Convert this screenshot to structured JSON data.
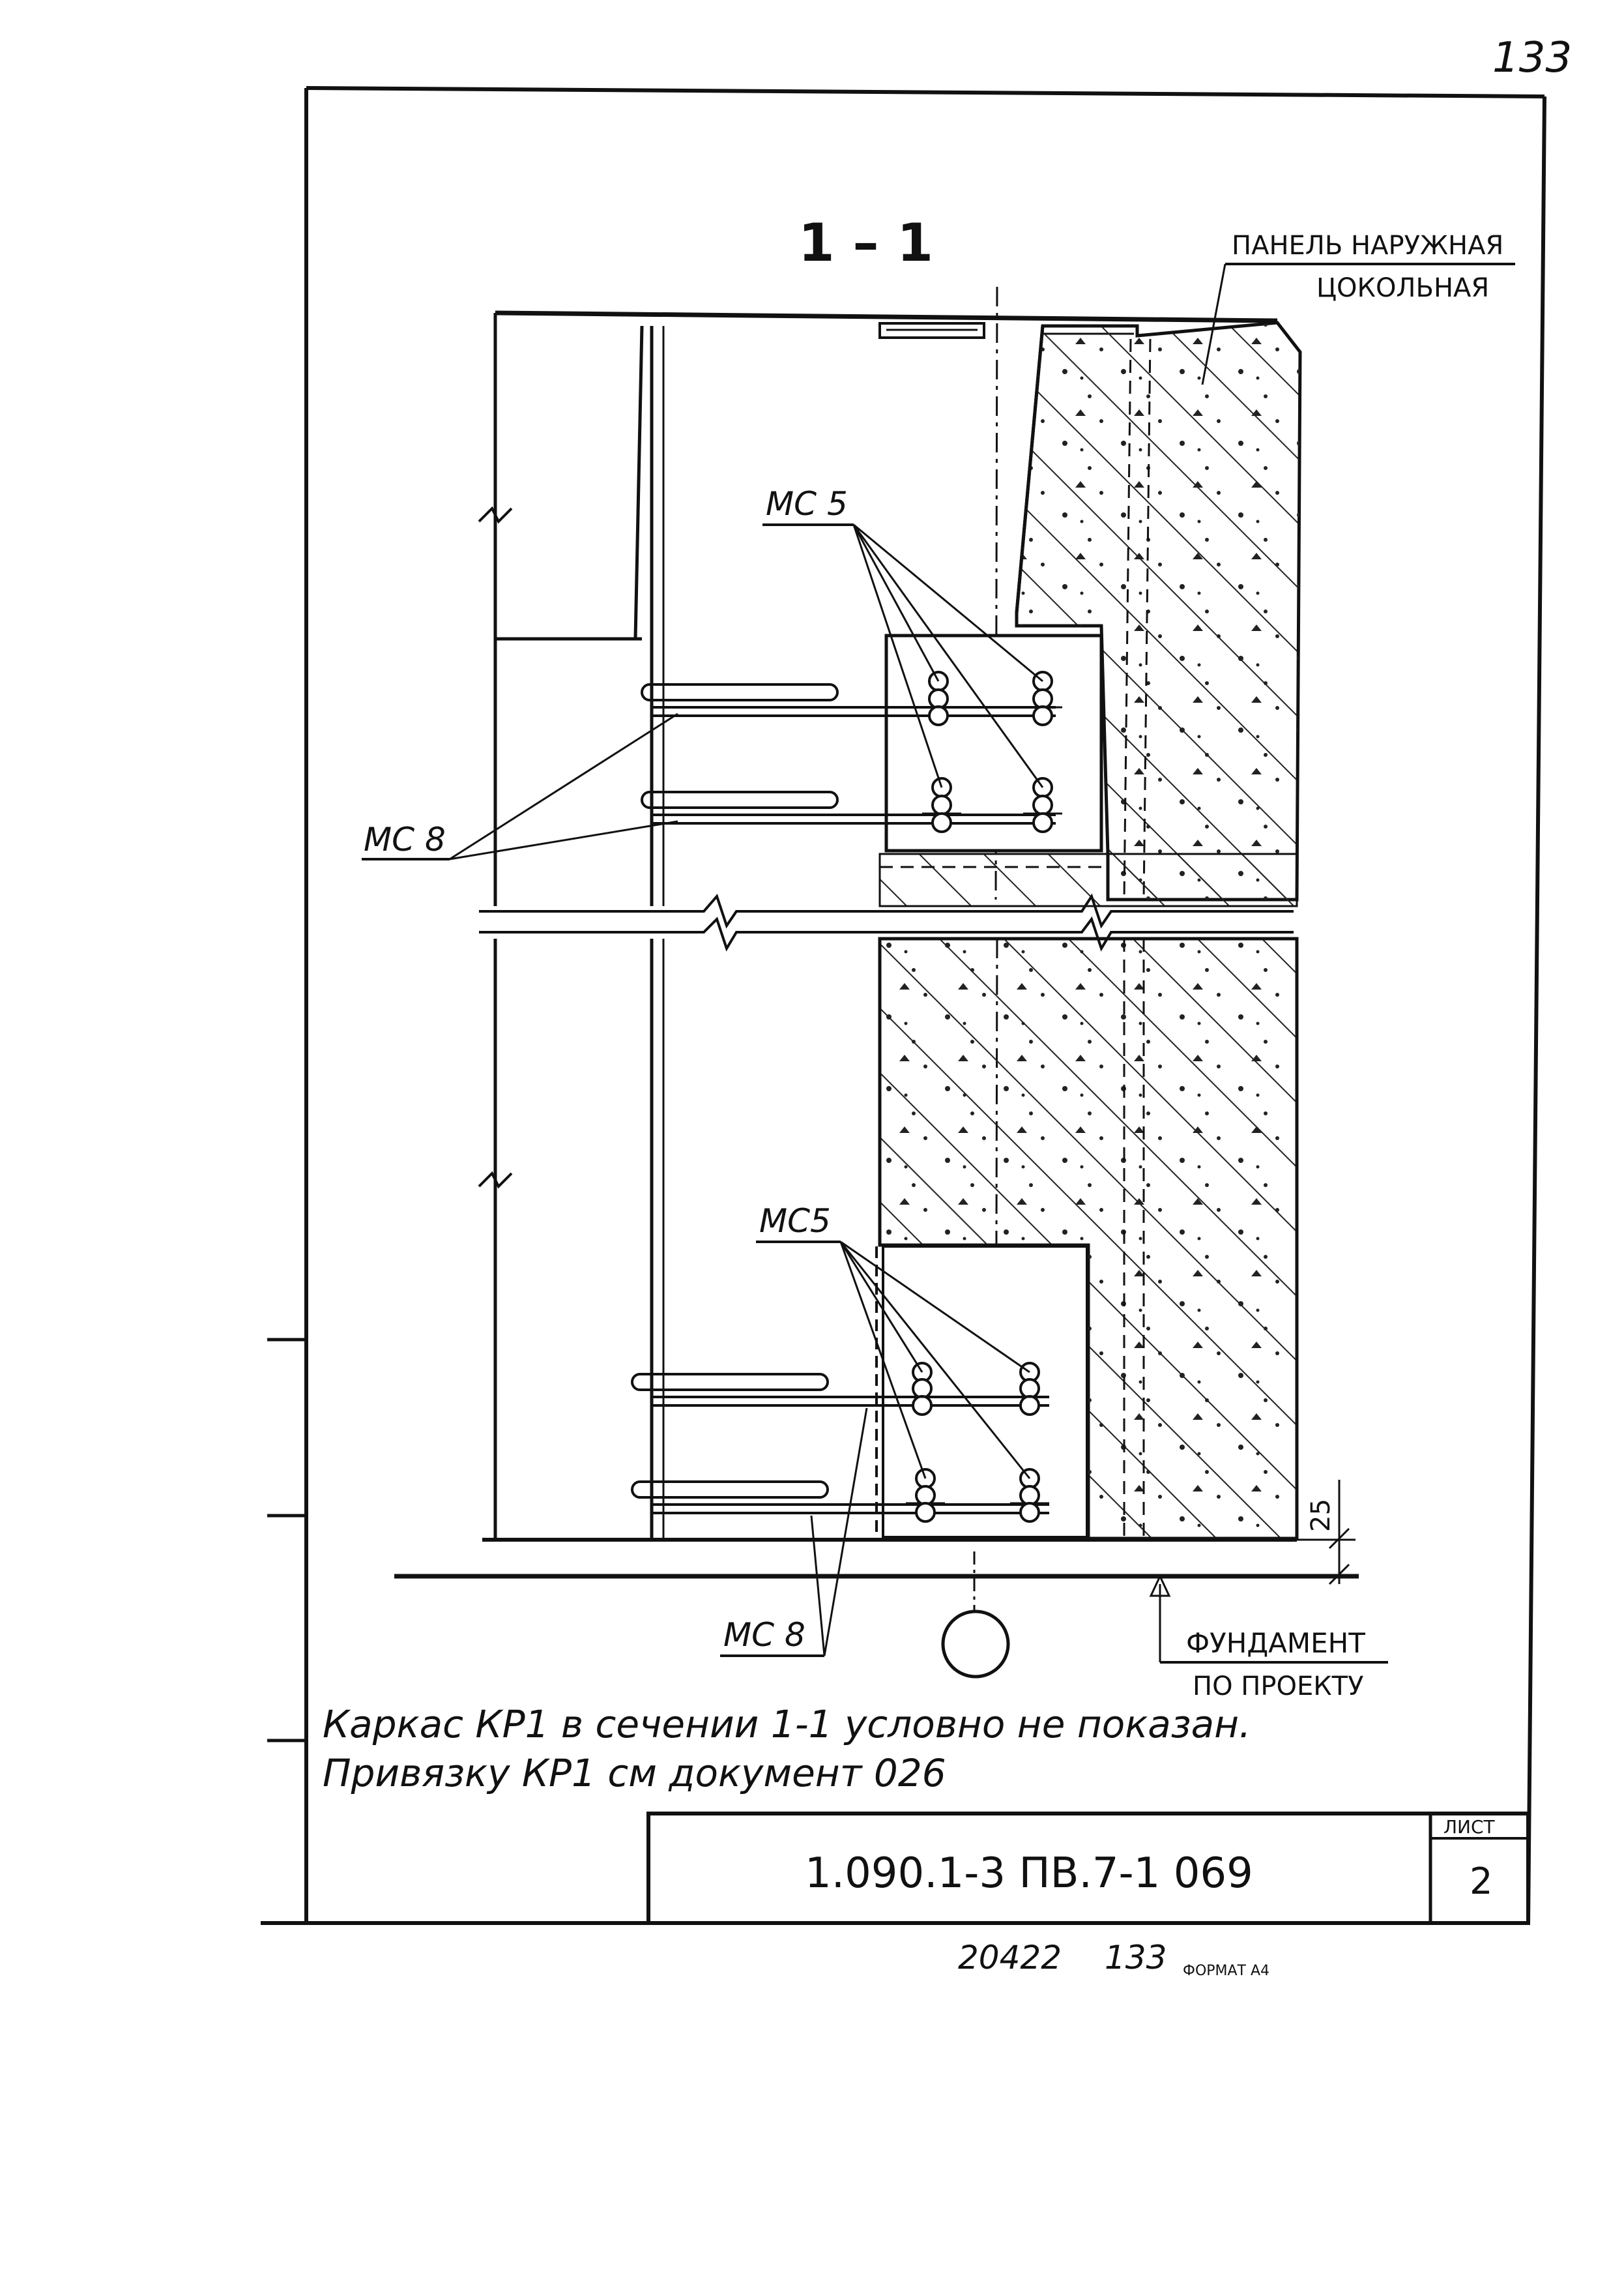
{
  "page_number_top": "133",
  "section_title": "1 – 1",
  "labels": {
    "panel_line1": "ПАНЕЛЬ НАРУЖНАЯ",
    "panel_line2": "ЦОКОЛЬНАЯ",
    "mc5_upper": "МС 5",
    "mc8_upper": "МС 8",
    "mc5_lower": "МС5",
    "mc8_lower": "МС 8",
    "dim_25": "25",
    "foundation_line1": "ФУНДАМЕНТ",
    "foundation_line2": "ПО ПРОЕКТУ"
  },
  "notes": {
    "line1": "Каркас КР1 в сечении 1-1 условно не показан.",
    "line2": "Привязку КР1 см  документ 026"
  },
  "title_block": {
    "doc_code": "1.090.1-3 ПВ.7-1   069",
    "sheet_label": "ЛИСТ",
    "sheet_number": "2"
  },
  "footer": {
    "inventory": "20422",
    "page": "133",
    "format": "ФОРМАТ А4"
  }
}
